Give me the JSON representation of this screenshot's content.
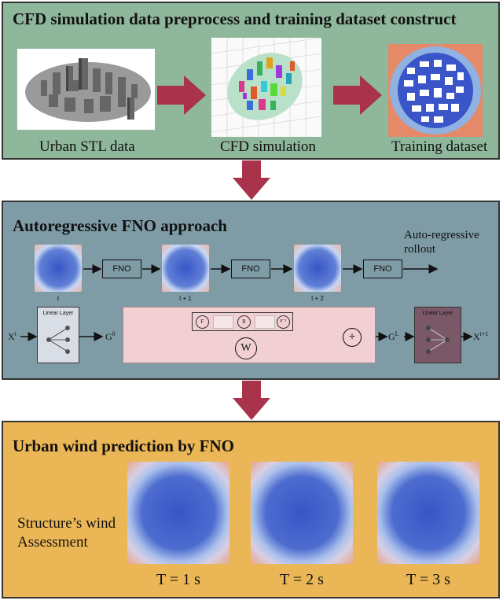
{
  "panel1": {
    "title": "CFD simulation data preprocess and training dataset construct",
    "captions": [
      "Urban STL data",
      "CFD simulation",
      "Training dataset"
    ]
  },
  "panel2": {
    "title": "Autoregressive FNO approach",
    "rollout_label": "Auto-regressive rollout",
    "fno_label": "FNO",
    "step_labels": [
      "t",
      "t + 1",
      "t + 2"
    ],
    "input_label": "X",
    "input_sup": "t",
    "linear_layer_label": "Linear Layer",
    "g0": "G",
    "g0_sup": "0",
    "gl": "G",
    "gl_sup": "L",
    "output_label": "X",
    "output_sup": "t+1",
    "w_label": "W",
    "plus_label": "+",
    "fourier_nodes": [
      "F",
      "R",
      "F⁻¹"
    ]
  },
  "panel3": {
    "title": "Urban wind prediction by FNO",
    "side_label_line1": "Structure’s wind",
    "side_label_line2": "Assessment",
    "time_labels": [
      "T = 1 s",
      "T = 2 s",
      "T = 3 s"
    ]
  },
  "colors": {
    "panel1_bg": "#8fb79b",
    "panel2_bg": "#7f9ca6",
    "panel3_bg": "#ebb655",
    "arrow": "#a8334a",
    "spectral_block": "#f2cfd2",
    "output_linear": "#7a5868"
  }
}
